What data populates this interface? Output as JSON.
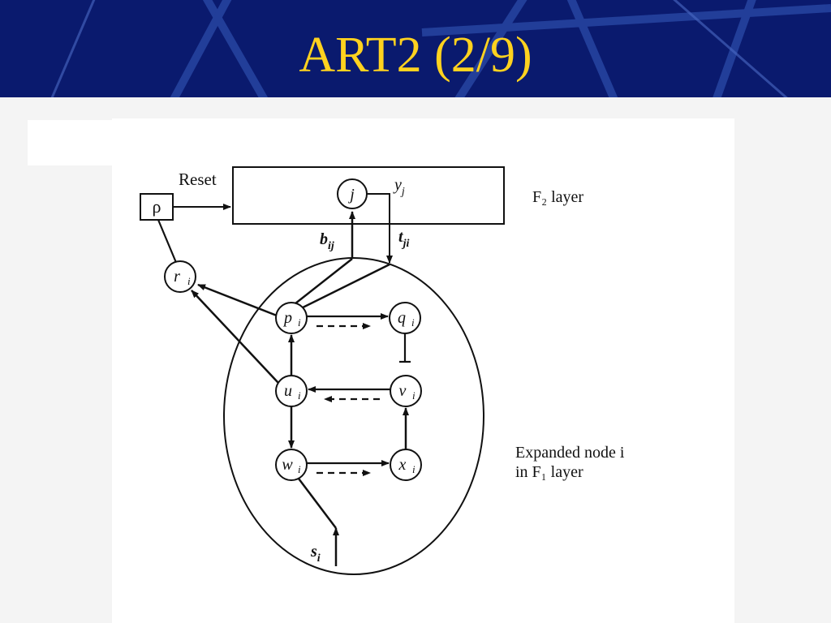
{
  "slide": {
    "title": "ART2 (2/9)"
  },
  "diagram": {
    "reset_label": "Reset",
    "rho_node": "ρ",
    "f2_layer_label": "F₂ layer",
    "f1_label_line1": "Expanded node i",
    "f1_label_line2": "in F₁ layer",
    "nodes": {
      "j": "j",
      "r": "r",
      "p": "p",
      "q": "q",
      "u": "u",
      "v": "v",
      "w": "w",
      "x": "x"
    },
    "subscript_i": "i",
    "signals": {
      "y": "y",
      "y_sub": "j",
      "b": "b",
      "b_sub": "ij",
      "t": "t",
      "t_sub": "ji",
      "s": "s",
      "s_sub": "i"
    }
  },
  "colors": {
    "header_bg": "#0a1a6e",
    "title": "#ffd21f"
  }
}
